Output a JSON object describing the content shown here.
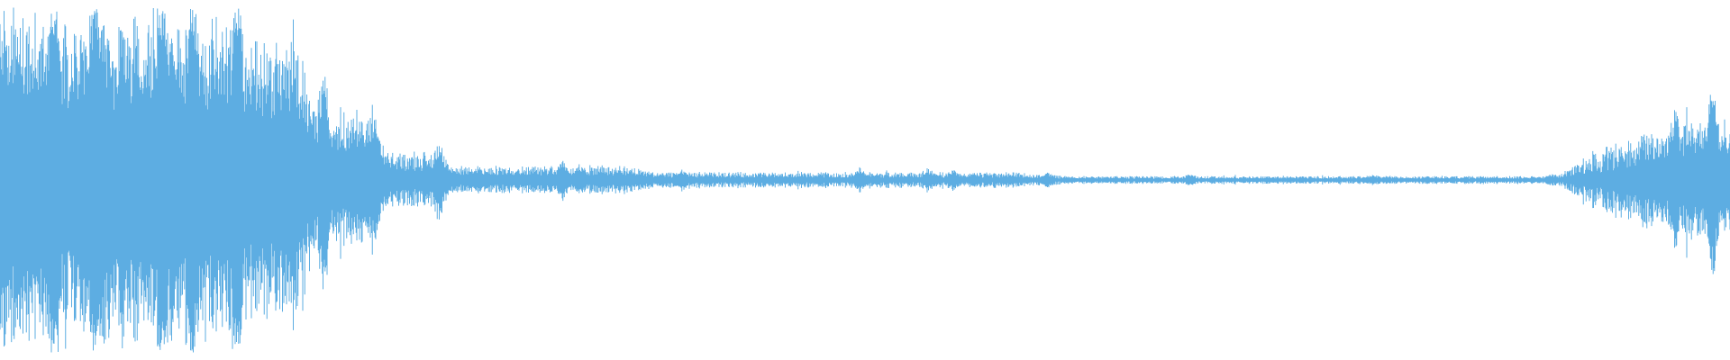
{
  "waveform": {
    "color": "#5dade2",
    "background": "#ffffff",
    "segments": [
      {
        "from": 0.0,
        "to": 0.03,
        "amplitude": 0.76,
        "jitter": 0.28
      },
      {
        "from": 0.03,
        "to": 0.14,
        "amplitude": 0.7,
        "jitter": 0.32
      },
      {
        "from": 0.14,
        "to": 0.18,
        "amplitude": 0.62,
        "jitter": 0.34
      },
      {
        "from": 0.18,
        "to": 0.22,
        "amplitude": 0.3,
        "jitter": 0.36
      },
      {
        "from": 0.22,
        "to": 0.26,
        "amplitude": 0.11,
        "jitter": 0.45
      },
      {
        "from": 0.26,
        "to": 0.38,
        "amplitude": 0.055,
        "jitter": 0.45
      },
      {
        "from": 0.38,
        "to": 0.62,
        "amplitude": 0.03,
        "jitter": 0.5
      },
      {
        "from": 0.62,
        "to": 0.948,
        "amplitude": 0.015,
        "jitter": 0.55
      },
      {
        "from": 0.948,
        "to": 0.975,
        "amplitude": 0.2,
        "jitter": 0.4
      },
      {
        "from": 0.975,
        "to": 1.0,
        "amplitude": 0.26,
        "jitter": 0.35
      }
    ],
    "bursts": [
      0.031,
      0.055,
      0.094,
      0.111,
      0.137,
      0.187,
      0.219,
      0.254,
      0.325,
      0.394,
      0.497,
      0.536,
      0.551,
      0.605,
      0.688,
      0.794,
      0.897,
      0.968,
      0.99
    ]
  }
}
